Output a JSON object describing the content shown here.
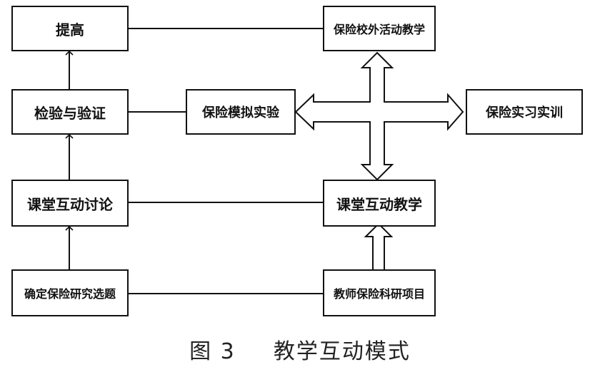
{
  "nodes": {
    "improve": "提高",
    "inspect_verify": "检验与验证",
    "class_discussion": "课堂互动讨论",
    "topic_selection": "确定保险研究选题",
    "offcampus_teaching": "保险校外活动教学",
    "simulation_experiment": "保险模拟实验",
    "internship_training": "保险实习实训",
    "interactive_teaching": "课堂互动教学",
    "teacher_research": "教师保险科研项目"
  },
  "caption": {
    "label": "图 3",
    "title": "教学互动模式"
  },
  "colors": {
    "line": "#111111",
    "box_border": "#111111",
    "background": "#ffffff"
  }
}
